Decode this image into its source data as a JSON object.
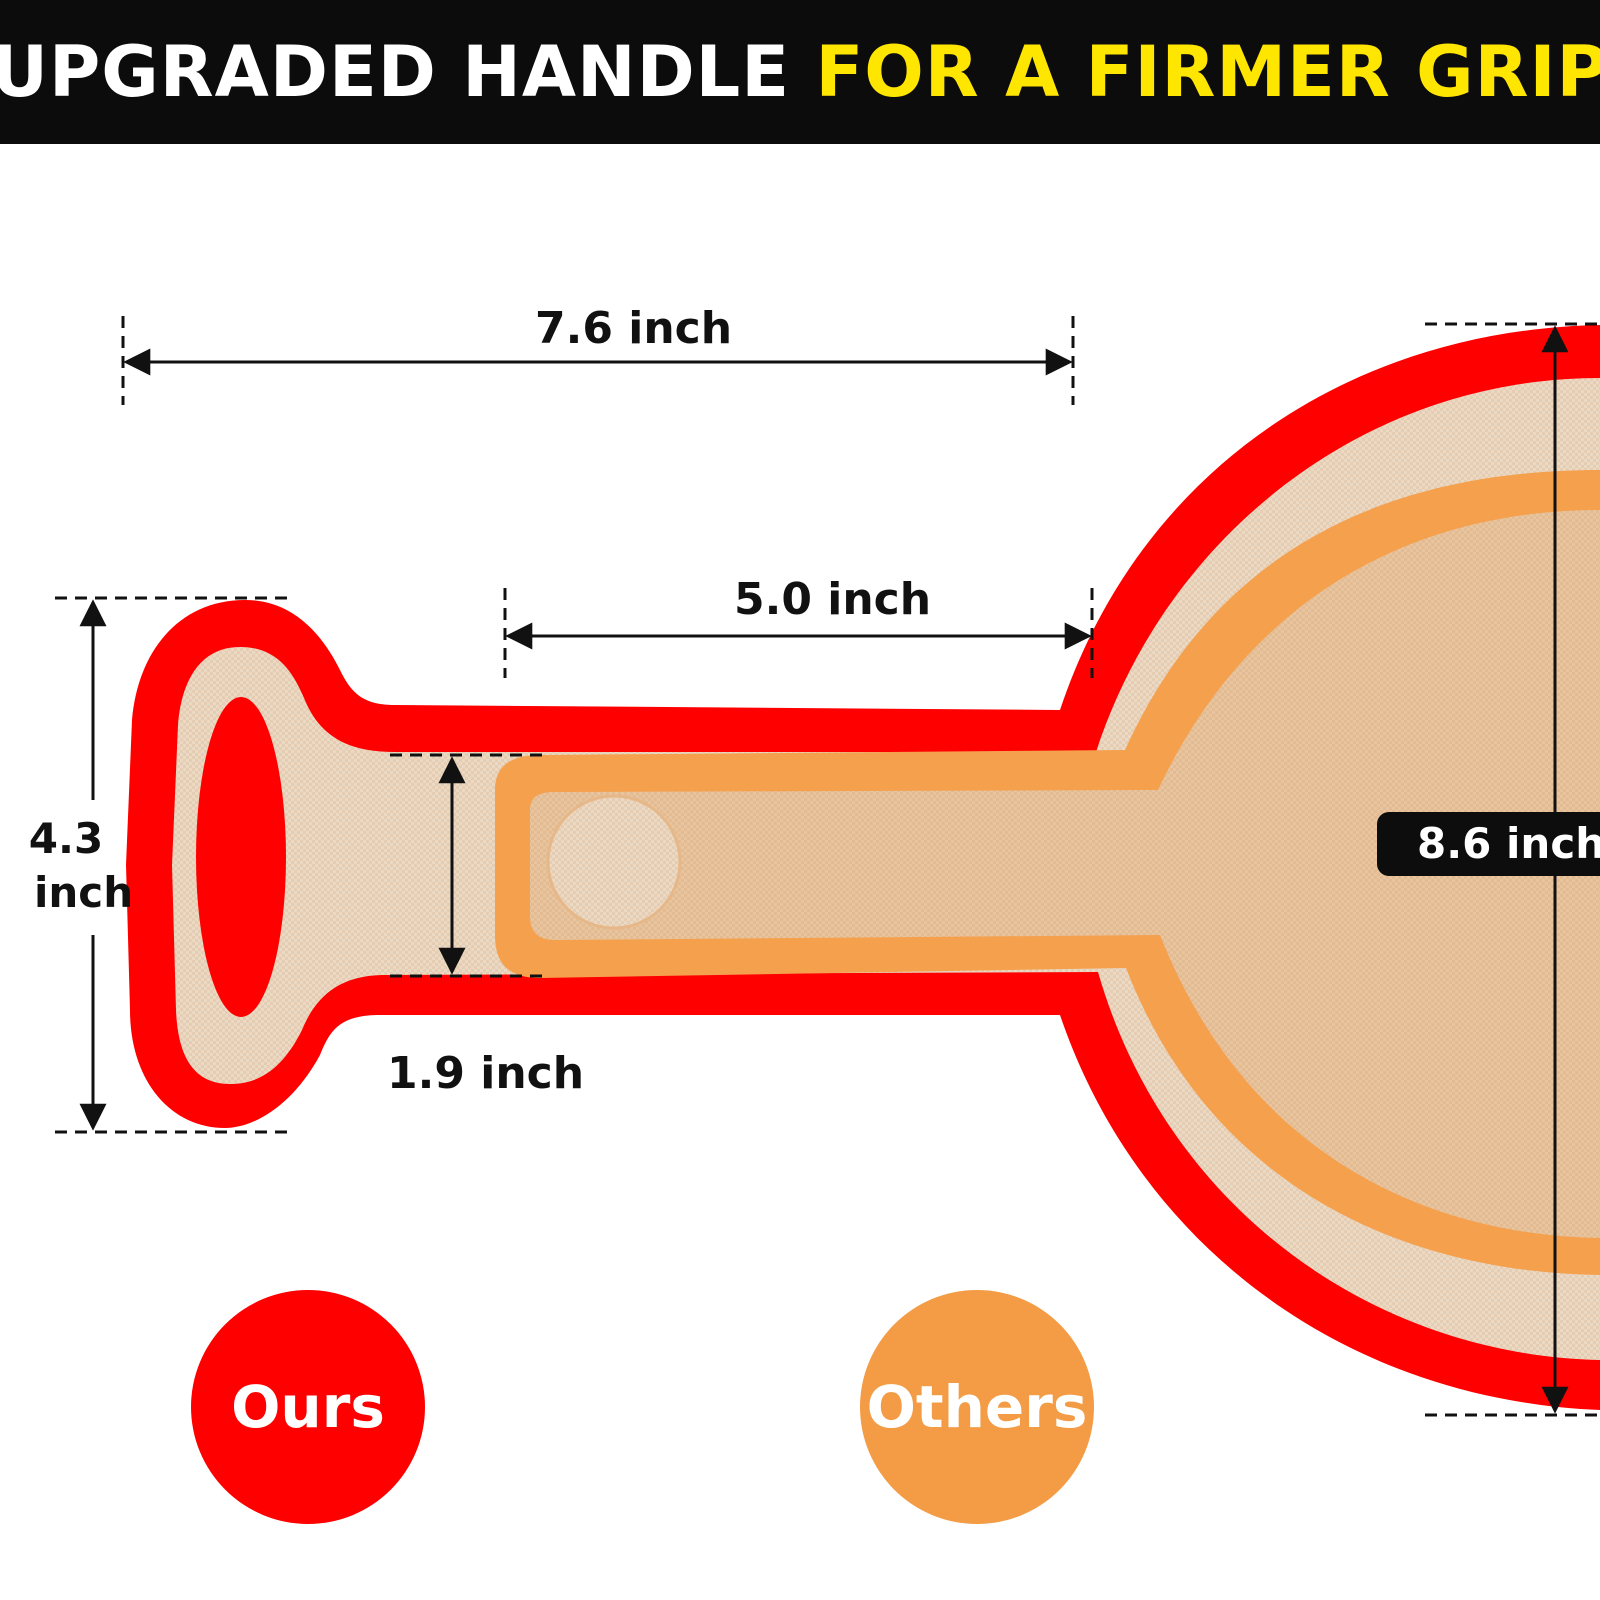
{
  "banner": {
    "white_text": "UPGRADED HANDLE",
    "yellow_text": "FOR A FIRMER GRIP"
  },
  "dimensions": {
    "total_length": "7.6 inch",
    "handle_length": "5.0 inch",
    "handle_end_height": "4.3",
    "handle_end_height_unit": "inch",
    "handle_width": "1.9 inch",
    "mat_diameter": "8.6 inch"
  },
  "legend": {
    "ours": "Ours",
    "others": "Others"
  },
  "colors": {
    "banner_bg": "#0c0c0c",
    "banner_accent": "#ffe600",
    "ours_red": "#ff0000",
    "others_orange": "#f39c45",
    "mat_fill": "#ead3b7",
    "mat_inner": "#e9c298"
  }
}
